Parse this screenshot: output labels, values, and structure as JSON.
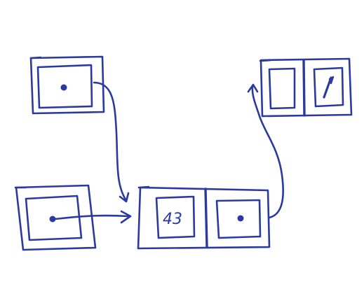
{
  "colors": {
    "ink": "#2b3a9e",
    "paper": "#ffffff"
  },
  "nodes": {
    "top_left_box": {
      "cells": [
        {
          "content": "dot"
        }
      ]
    },
    "bottom_left_box": {
      "cells": [
        {
          "content": "dot"
        }
      ]
    },
    "middle_cons_cell": {
      "cells": [
        {
          "content": "text",
          "text": "43"
        },
        {
          "content": "dot"
        }
      ]
    },
    "top_right_cons_cell": {
      "cells": [
        {
          "content": "empty"
        },
        {
          "content": "diagonal-line"
        }
      ]
    }
  },
  "arrows": [
    {
      "from": "top_left_box",
      "to": "middle_cons_cell"
    },
    {
      "from": "bottom_left_box",
      "to": "middle_cons_cell"
    },
    {
      "from": "middle_cons_cell",
      "to": "top_right_cons_cell"
    }
  ]
}
